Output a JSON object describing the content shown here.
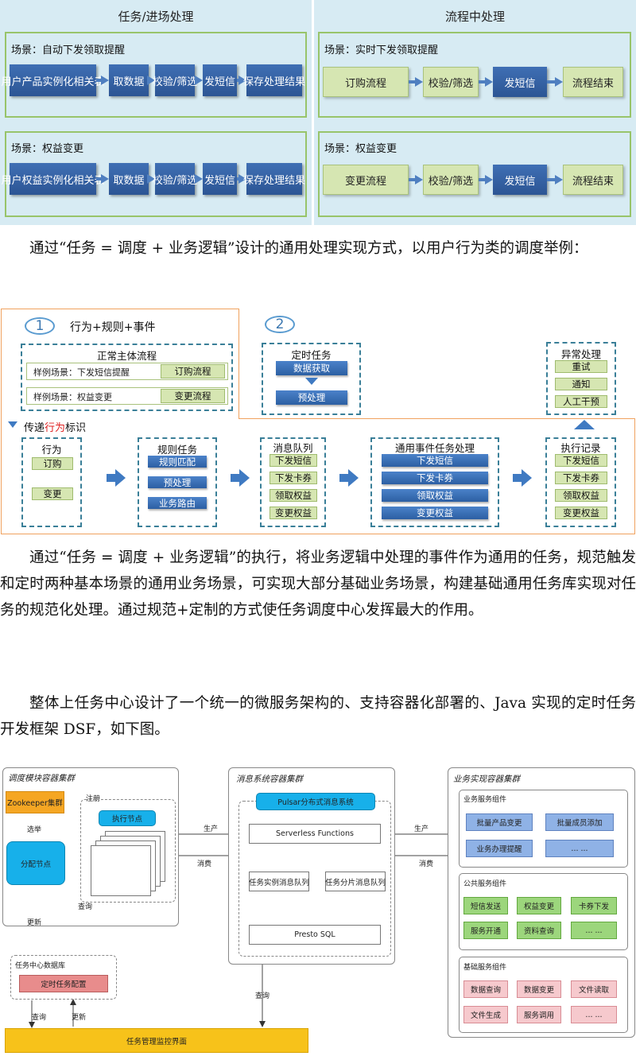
{
  "figure1": {
    "left_title": "任务/进场处理",
    "right_title": "流程中处理",
    "left_scenes": [
      {
        "label": "场景：自动下发领取提醒",
        "steps": [
          "用户产品实例化相关表",
          "取数据",
          "校验/筛选",
          "发短信",
          "保存处理结果"
        ]
      },
      {
        "label": "场景：权益变更",
        "steps": [
          "用户权益实例化相关表",
          "取数据",
          "校验/筛选",
          "发短信",
          "保存处理结果"
        ]
      }
    ],
    "right_scenes": [
      {
        "label": "场景：实时下发领取提醒",
        "steps": [
          "订购流程",
          "校验/筛选",
          "发短信",
          "流程结束"
        ]
      },
      {
        "label": "场景：权益变更",
        "steps": [
          "变更流程",
          "校验/筛选",
          "发短信",
          "流程结束"
        ]
      }
    ]
  },
  "paragraph1": "通过“任务 = 调度 + 业务逻辑”设计的通用处理实现方式，以用户行为类的调度举例：",
  "figure2": {
    "circle1": "1",
    "heading1": "行为+规则+事件",
    "circle2": "2",
    "main_flow": {
      "title": "正常主体流程",
      "rows": [
        {
          "label": "样例场景：下发短信提醒",
          "tag": "订购流程"
        },
        {
          "label": "样例场景：权益变更",
          "tag": "变更流程"
        }
      ]
    },
    "scheduled": {
      "title": "定时任务",
      "steps": [
        "数据获取",
        "预处理"
      ]
    },
    "exception": {
      "title": "异常处理",
      "items": [
        "重试",
        "通知",
        "人工干预"
      ]
    },
    "pass_label_prefix": "传递",
    "pass_label_highlight": "行为",
    "pass_label_suffix": "标识",
    "behavior": {
      "title": "行为",
      "items": [
        "订购",
        "变更"
      ]
    },
    "rule_task": {
      "title": "规则任务",
      "items": [
        "规则匹配",
        "预处理",
        "业务路由"
      ]
    },
    "message_queue": {
      "title": "消息队列",
      "items": [
        "下发短信",
        "下发卡券",
        "领取权益",
        "变更权益"
      ]
    },
    "event_task": {
      "title": "通用事件任务处理",
      "items": [
        "下发短信",
        "下发卡券",
        "领取权益",
        "变更权益"
      ]
    },
    "exec_record": {
      "title": "执行记录",
      "items": [
        "下发短信",
        "下发卡券",
        "领取权益",
        "变更权益"
      ]
    }
  },
  "paragraph2": "通过“任务 = 调度 + 业务逻辑”的执行，将业务逻辑中处理的事件作为通用的任务，规范触发和定时两种基本场景的通用业务场景，可实现大部分基础业务场景，构建基础通用任务库实现对任务的规范化处理。通过规范+定制的方式使任务调度中心发挥最大的作用。",
  "paragraph3": "整体上任务中心设计了一个统一的微服务架构的、支持容器化部署的、Java 实现的定时任务开发框架 DSF，如下图。",
  "figure3": {
    "scheduler_cluster": {
      "title": "调度模块容器集群",
      "zookeeper": "Zookeeper集群",
      "register": "注册",
      "exec_node": "执行节点",
      "elect": "选举",
      "dispatch_node": "分配节点",
      "update": "更新",
      "query": "查询"
    },
    "message_cluster": {
      "title": "消息系统容器集群",
      "pulsar": "Pulsar分布式消息系统",
      "serverless": "Serverless Functions",
      "instance_queue": "任务实例消息队列",
      "shard_queue": "任务分片消息队列",
      "presto": "Presto SQL"
    },
    "produce_left": "生产",
    "consume_left": "消费",
    "produce_right": "生产",
    "consume_right": "消费",
    "database": {
      "title": "任务中心数据库",
      "config": "定时任务配置"
    },
    "query_bottom": "查询",
    "query_mid": "查询",
    "update_bottom": "更新",
    "monitor": "任务管理监控界面",
    "business_cluster": {
      "title": "业务实现容器集群",
      "groups": [
        {
          "title": "业务服务组件",
          "items": [
            "批量产品变更",
            "批量成员添加",
            "业务办理提醒",
            "... ..."
          ]
        },
        {
          "title": "公共服务组件",
          "items": [
            "短信发送",
            "权益变更",
            "卡券下发",
            "服务开通",
            "资料查询",
            "... ..."
          ]
        },
        {
          "title": "基础服务组件",
          "items": [
            "数据查询",
            "数据变更",
            "文件读取",
            "文件生成",
            "服务调用",
            "... ..."
          ]
        }
      ]
    }
  },
  "colors": {
    "panel_bg": "#d7ebf3",
    "scene_border": "#98c46a",
    "step_blue": "#2c5594",
    "step_green": "#d6e6b2",
    "accent_orange": "#f0a25e",
    "zookeeper": "#f5a623",
    "node_blue": "#17b0ea",
    "monitor_bar": "#f7c21a"
  }
}
